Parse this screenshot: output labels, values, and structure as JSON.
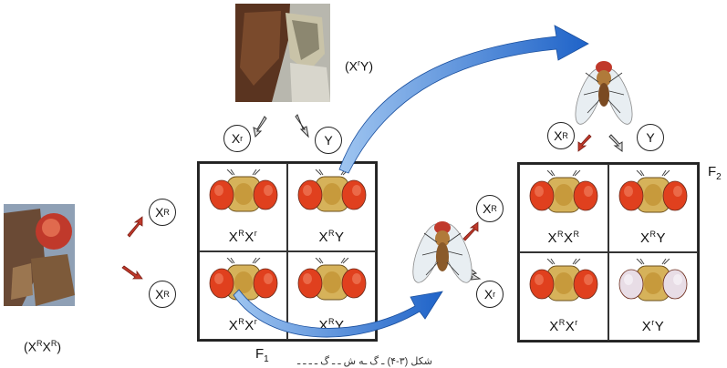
{
  "parents": {
    "male_genotype": "(X",
    "male_genotype_sup": "r",
    "male_genotype_tail": "Y)",
    "female_genotype": "(X",
    "female_genotype_sup1": "R",
    "female_genotype_mid": "X",
    "female_genotype_sup2": "R",
    "female_genotype_tail": ")"
  },
  "gametes_male": [
    {
      "base": "X",
      "sup": "r"
    },
    {
      "base": "Y",
      "sup": ""
    }
  ],
  "gametes_female": [
    {
      "base": "X",
      "sup": "R"
    },
    {
      "base": "X",
      "sup": "R"
    }
  ],
  "f1": {
    "label": "F",
    "label_sub": "1",
    "cells": [
      {
        "a": "X",
        "as": "R",
        "b": "X",
        "bs": "r",
        "eye": "red"
      },
      {
        "a": "X",
        "as": "R",
        "b": "Y",
        "bs": "",
        "eye": "red"
      },
      {
        "a": "X",
        "as": "R",
        "b": "X",
        "bs": "r",
        "eye": "red"
      },
      {
        "a": "X",
        "as": "R",
        "b": "Y",
        "bs": "",
        "eye": "red"
      }
    ]
  },
  "f1_gametes_female": [
    {
      "base": "X",
      "sup": "R"
    },
    {
      "base": "X",
      "sup": "r"
    }
  ],
  "f1_gametes_male": [
    {
      "base": "X",
      "sup": "R"
    },
    {
      "base": "Y",
      "sup": ""
    }
  ],
  "f2": {
    "label": "F",
    "label_sub": "2",
    "cells": [
      {
        "a": "X",
        "as": "R",
        "b": "X",
        "bs": "R",
        "eye": "red"
      },
      {
        "a": "X",
        "as": "R",
        "b": "Y",
        "bs": "",
        "eye": "red"
      },
      {
        "a": "X",
        "as": "R",
        "b": "X",
        "bs": "r",
        "eye": "red"
      },
      {
        "a": "X",
        "as": "r",
        "b": "Y",
        "bs": "",
        "eye": "white"
      }
    ]
  },
  "caption": "شکل (۳-۴) ـ گ ـه ش ـ ـ گ ـ ـ ـ ـ",
  "colors": {
    "arrow_blue": "#1f6fd0",
    "arrow_red": "#c0392b",
    "red_eye": "#e0401e",
    "white_eye": "#e8dde6"
  }
}
